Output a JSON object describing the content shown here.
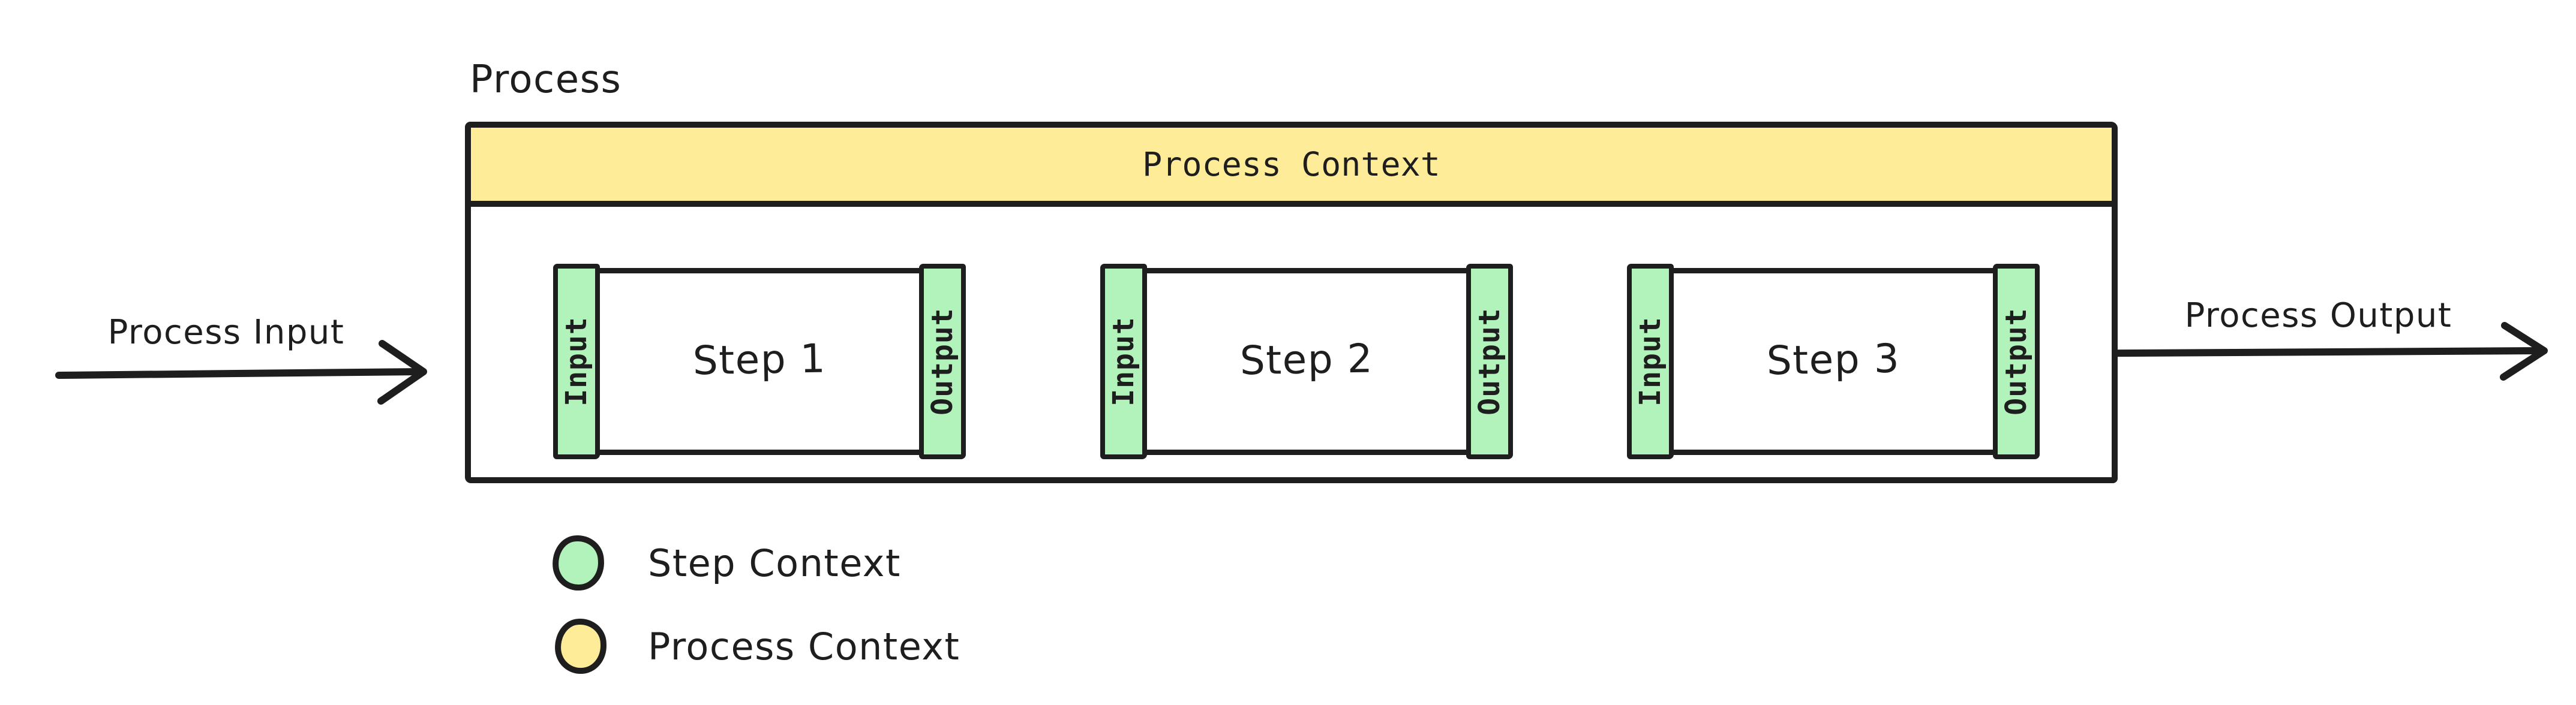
{
  "diagram": {
    "title": "Process",
    "process_box": {
      "context_bar_label": "Process Context",
      "context_bar_color": "#ffec99"
    },
    "steps": [
      {
        "label": "Step 1",
        "input_label": "Input",
        "output_label": "Output"
      },
      {
        "label": "Step 2",
        "input_label": "Input",
        "output_label": "Output"
      },
      {
        "label": "Step 3",
        "input_label": "Input",
        "output_label": "Output"
      }
    ],
    "arrows": {
      "process_input_label": "Process Input",
      "process_output_label": "Process Output"
    },
    "legend": [
      {
        "label": "Step Context",
        "color": "#b2f2bb"
      },
      {
        "label": "Process Context",
        "color": "#ffec99"
      }
    ],
    "colors": {
      "stroke": "#1e1e1e",
      "step_context_fill": "#b2f2bb",
      "process_context_fill": "#ffec99",
      "background": "#ffffff"
    }
  }
}
